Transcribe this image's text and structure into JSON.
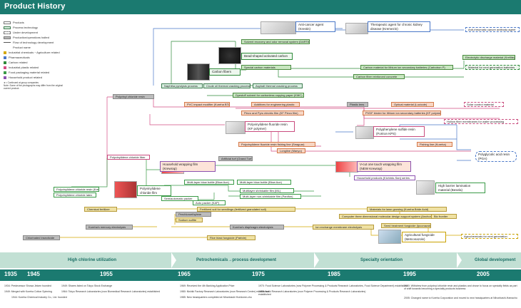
{
  "title": "Product History",
  "legend": [
    {
      "key": "products",
      "label": "Products"
    },
    {
      "key": "process",
      "label": "Process technology"
    },
    {
      "key": "underdev",
      "label": "Under development"
    },
    {
      "key": "halted",
      "label": "Production/operations halted"
    },
    {
      "key": "flow",
      "label": "Flow of technology development"
    },
    {
      "key": "name",
      "label": "Product name"
    },
    {
      "key": "ind",
      "label": "Industrial chemicals・Agriculture related"
    },
    {
      "key": "pharma",
      "label": "Pharmaceuticals"
    },
    {
      "key": "carbon",
      "label": "Carbon related"
    },
    {
      "key": "plastic",
      "label": "Industrial plastic related"
    },
    {
      "key": "food",
      "label": "Food packaging material related"
    },
    {
      "key": "house",
      "label": "Household product related"
    }
  ],
  "legend_notes": [
    "★= Continued at group companies",
    "Note: Some of the photographs may differ from the original current product."
  ],
  "colors": {
    "header": "#1b7a70",
    "ind": "#d4a800",
    "pharma": "#4a78c8",
    "carbon": "#2e8a3a",
    "plastic": "#d44c84",
    "food": "#3a9a47",
    "house": "#8c52b0"
  },
  "nodes": {
    "anticancer": "Anti-cancer agent (Krestin)",
    "kidney": "Therapeutic agent for chronic kidney disease (Kremezin)",
    "anti_rheum": "Anti-rheumatic cancer antibody agent",
    "benzol": "Solvent recovery and odor removal system (DARTAN)",
    "bead": "Bead-shaped activated carbon",
    "carbonfibers": "Carbon fibers",
    "special": "Special carbon materials",
    "electrolytic": "Electrolytic discharge material (Kreflite)",
    "li_ion": "Carbon material for lithium ion secondary batteries (Carbotron P)",
    "next_battery": "Material for next generation batteries",
    "reinforced": "Carbon fiber reinforced concrete",
    "naphtha": "Naphtha pyrolysis process",
    "crude": "Crude oil thermal cracking process",
    "asphalt": "Asphalt thermal cracking process",
    "dyestuff": "Dyestuff solvent for carbonless copying paper (KMC)",
    "pvc": "Polyvinyl chloride resin",
    "pvc_impact": "PVC impact modifier (Kureha BTA)",
    "additives": "Additives for engineering plastic",
    "plastic_lens": "Plastic lens",
    "optical": "Optical material (Lucicole)",
    "solar": "Solar control material",
    "piezo": "Piezo and Pyro electric film (KF Piezo film)",
    "pvdf_binder": "PVDF binder for lithium ion secondary batteries (KF polymer)",
    "hollow": "Hollow fiber membranes for water processing",
    "pvdf": "Polyvinylidene fluoride resin (KF polymer)",
    "pps": "Polyphenylene sulfide resin (Fortron KPS)",
    "fishing_seaguar": "Polyvinylidene fluoride resin fishing line (Seaguar)",
    "fishing_kureha": "Fishing line (Kureha)",
    "longline": "Longline (Manyo)",
    "pvdc_fiber": "Polyvinylidene chloride fiber",
    "artificial_turf": "Artificial turf (Grand Turf)",
    "pga": "Polyglycolic acid resin (PGA)",
    "household_wrap": "Household wrapping film (Krewrap)",
    "vcut": "V-cut one touch wrapping film (NEW Krewrap)",
    "household_products": "Household products (Kichinto-San) series",
    "high_barrier": "High barrier lamination material (Besela)",
    "pvdc_film": "Polyvinylidene chloride film",
    "pvdc_resin": "Polyvinylidene chloride resin (Krehalon)",
    "pvdc_latex": "Polyvinylidene chloride latex",
    "semiautomatic": "Semiautomatic packer",
    "multilayer_bottle": "Multi-layer blow bottle (Blow Ace)",
    "multilayer_shrink": "Multilayer shrinkable film (ML)",
    "multilayer_nonshrink": "Multi-layer non-shrinkable film (Panifon)",
    "multilayer_blow": "Multi-layer blow bottle (Blow Ace)",
    "auto_packer": "Auto packer (KAP)",
    "chemical_fert": "Chemical fertilizer",
    "fertilized_soil": "Fertilized soil for seedlings (fertilized granulated soil)",
    "materials_lawn": "Materials for lawn growing (Kureha Bride Acid)",
    "perchloro": "Perchloroethylene",
    "sodium": "Sodium sulfite",
    "computer_3d": "Computer three dimensional molecular design support system (Anchor)",
    "bio": "Bio frontier",
    "mercury": "Kureha's mercury electrolysis",
    "diaphragm": "Kureha's diaphragm electrolysis",
    "ion_exchange": "Ion exchange membrane electrolysis",
    "seed_treatment": "Seed treatment fungicide (Ipconazole)",
    "agro_fungicide": "Agricultural fungicide (Metconazole)",
    "agrochem_next": "Agrochemicals for next generation",
    "chlorinated": "Chlorinated insecticide",
    "rice_blast": "Rice blast fungicide (Patride)"
  },
  "eras": [
    {
      "label": "High chlorine utilization"
    },
    {
      "label": "Petrochemicals→process development"
    },
    {
      "label": "Specialty orientation"
    },
    {
      "label": "Global development"
    }
  ],
  "years": [
    "1935",
    "1945",
    "1955",
    "1965",
    "1975",
    "1985",
    "1995",
    "2005"
  ],
  "events": [
    "1934: Predecessor Showa Jinken founded",
    "1949: Merged with Kureha Cotton Spinning",
    "1944: Kureha Chemical Industry Co., Ltd. founded",
    "1949: Shares listed on Tokyo Stock Exchange",
    "1964: Tokyo Research Laboratories (now Biomedical Research Laboratories) established",
    "1969: Received the 4th Banking Application Prize",
    "1980: Nishiki Factory Research Laboratories (now Research Center) established",
    "1985: New headquarters completed at Nihonbashi Horidome-cho",
    "1970: Food Science Laboratories (now Polymer Processing & Products Research Laboratories, Food Science Department) established",
    "1989: Iwaki Research Laboratories (now Polymer Processing & Products Research Laboratories) established",
    "2000: Withdrew from polyvinyl chloride resin and plastics and chose to focus on specialty fields as part of shift towards becoming a specialty products business",
    "2005: Changed name to Kureha Corporation and moved to new headquarters at Nihonbashi-Hamacho"
  ]
}
